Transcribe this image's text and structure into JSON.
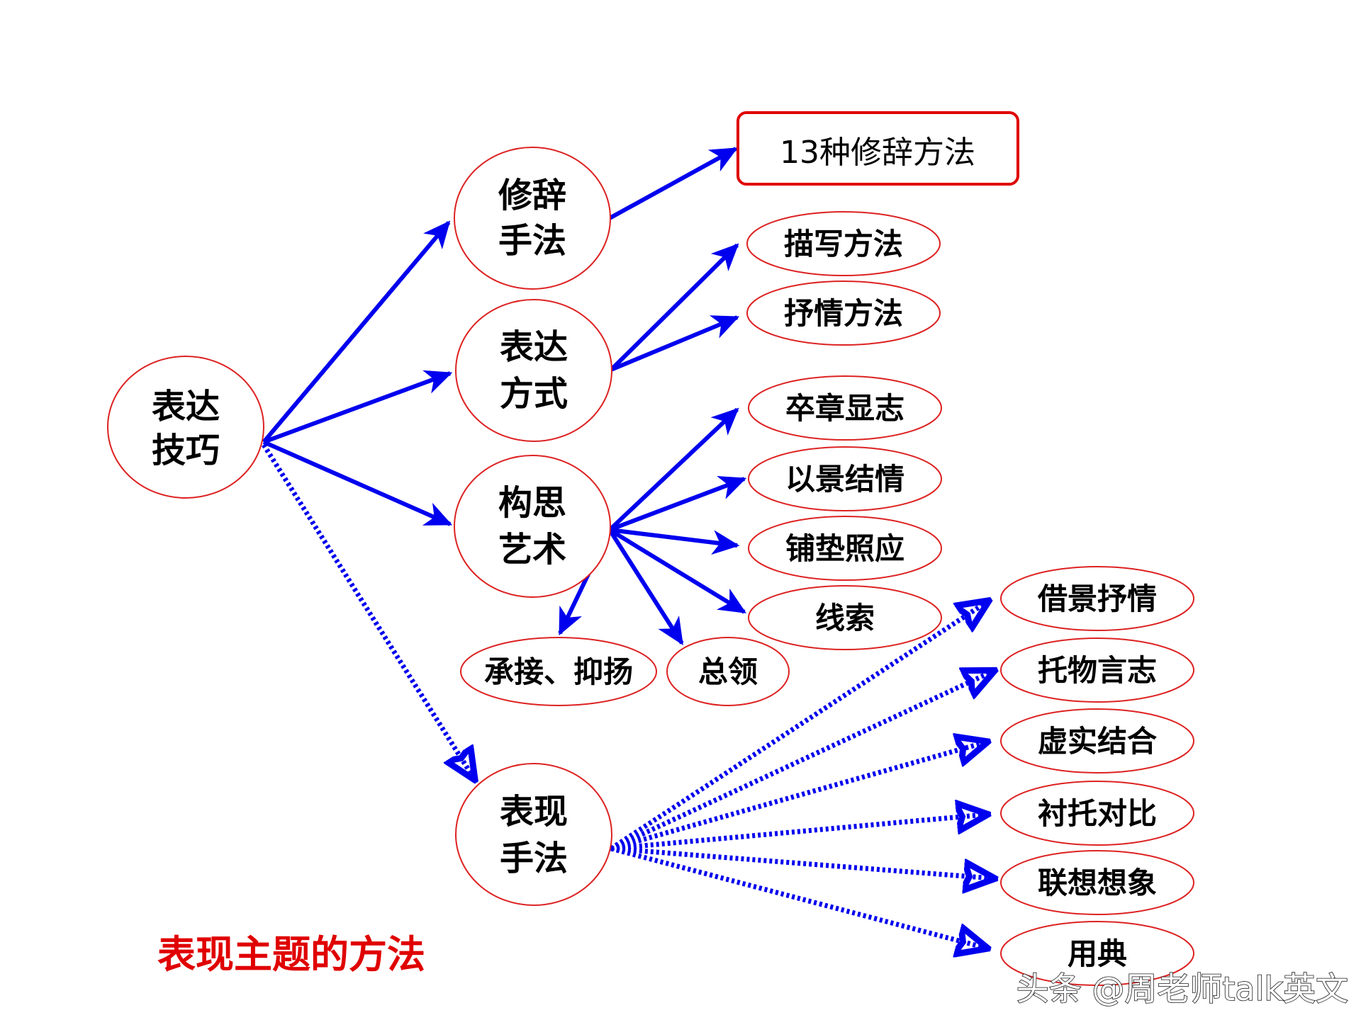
{
  "colors": {
    "arrow": "#0000ee",
    "node_border": "#dd2222",
    "box_border": "#e00000",
    "caption": "#e00000"
  },
  "nodes": {
    "root": [
      "表达",
      "技巧"
    ],
    "rhetoric": [
      "修辞",
      "手法"
    ],
    "expression": [
      "表达",
      "方式"
    ],
    "conception": [
      "构思",
      "艺术"
    ],
    "performance": [
      "表现",
      "手法"
    ],
    "rhetoric_methods_box": "13种修辞方法",
    "description": "描写方法",
    "lyric": "抒情方法",
    "ending": "卒章显志",
    "scene_emotion": "以景结情",
    "foreshadow": "铺垫照应",
    "clue": "线索",
    "transition": "承接、抑扬",
    "overview": "总领",
    "borrow_scene": "借景抒情",
    "object_ambition": "托物言志",
    "virtual_real": "虚实结合",
    "contrast": "衬托对比",
    "imagination": "联想想象",
    "allusion": "用典"
  },
  "caption": "表现主题的方法",
  "watermark": "头条 @周老师talk英文"
}
